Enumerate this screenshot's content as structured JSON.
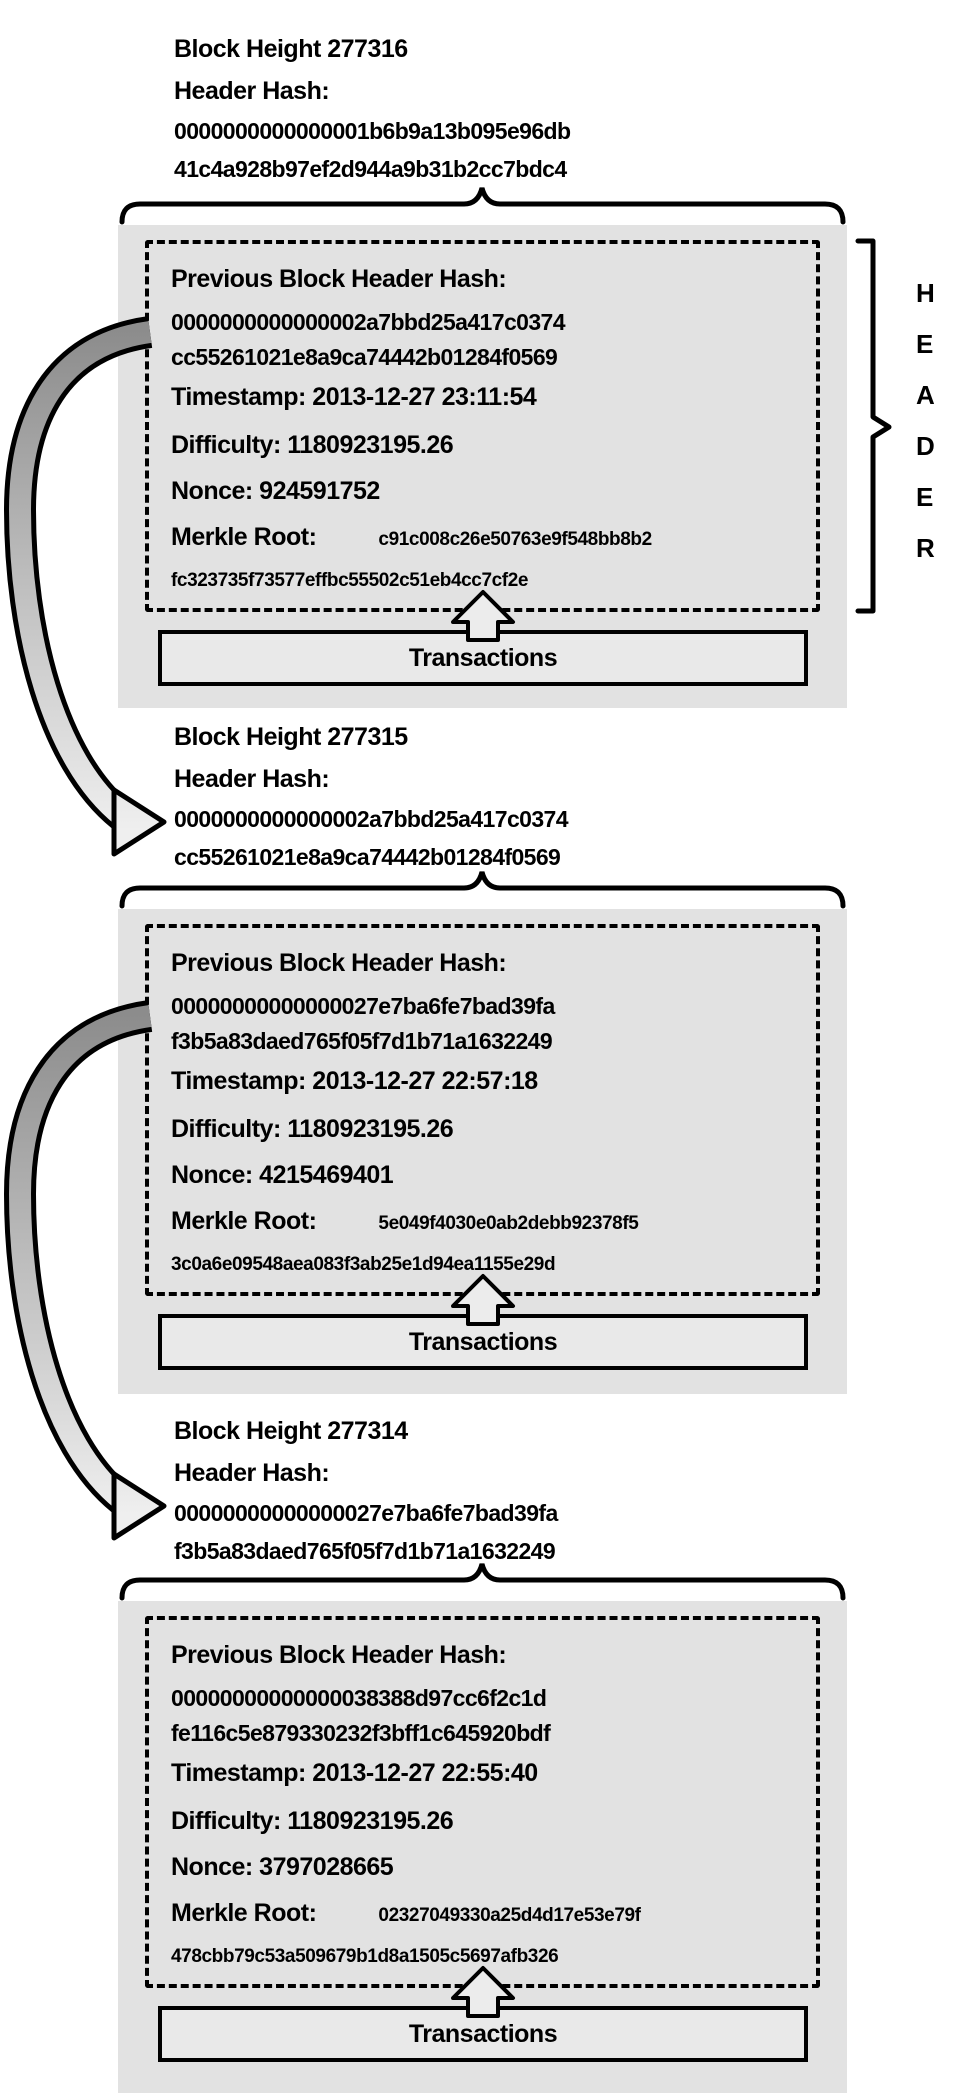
{
  "header_annotation": {
    "letters": [
      "H",
      "E",
      "A",
      "D",
      "E",
      "R"
    ]
  },
  "blocks": [
    {
      "caption": {
        "height": "Block Height 277316",
        "hash_label": "Header Hash:",
        "hash_line1": "0000000000000001b6b9a13b095e96db",
        "hash_line2": "41c4a928b97ef2d944a9b31b2cc7bdc4"
      },
      "header": {
        "prev_label": "Previous Block Header Hash:",
        "prev_line1": "0000000000000002a7bbd25a417c0374",
        "prev_line2": "cc55261021e8a9ca74442b01284f0569",
        "timestamp": "Timestamp: 2013-12-27 23:11:54",
        "difficulty": "Difficulty: 1180923195.26",
        "nonce": "Nonce: 924591752",
        "merkle_label": "Merkle Root:",
        "merkle_line1": "c91c008c26e50763e9f548bb8b2",
        "merkle_line2": "fc323735f73577effbc55502c51eb4cc7cf2e"
      },
      "transactions_label": "Transactions"
    },
    {
      "caption": {
        "height": "Block Height 277315",
        "hash_label": "Header Hash:",
        "hash_line1": "0000000000000002a7bbd25a417c0374",
        "hash_line2": "cc55261021e8a9ca74442b01284f0569"
      },
      "header": {
        "prev_label": "Previous Block Header Hash:",
        "prev_line1": "00000000000000027e7ba6fe7bad39fa",
        "prev_line2": "f3b5a83daed765f05f7d1b71a1632249",
        "timestamp": "Timestamp: 2013-12-27 22:57:18",
        "difficulty": "Difficulty: 1180923195.26",
        "nonce": "Nonce: 4215469401",
        "merkle_label": "Merkle Root:",
        "merkle_line1": "5e049f4030e0ab2debb92378f5",
        "merkle_line2": "3c0a6e09548aea083f3ab25e1d94ea1155e29d"
      },
      "transactions_label": "Transactions"
    },
    {
      "caption": {
        "height": "Block Height 277314",
        "hash_label": "Header Hash:",
        "hash_line1": "00000000000000027e7ba6fe7bad39fa",
        "hash_line2": "f3b5a83daed765f05f7d1b71a1632249"
      },
      "header": {
        "prev_label": "Previous Block Header Hash:",
        "prev_line1": "00000000000000038388d97cc6f2c1d",
        "prev_line2": "fe116c5e879330232f3bff1c645920bdf",
        "timestamp": "Timestamp: 2013-12-27 22:55:40",
        "difficulty": "Difficulty: 1180923195.26",
        "nonce": "Nonce: 3797028665",
        "merkle_label": "Merkle Root:",
        "merkle_line1": "02327049330a25d4d17e53e79f",
        "merkle_line2": "478cbb79c53a509679b1d8a1505c5697afb326"
      },
      "transactions_label": "Transactions"
    }
  ],
  "colors": {
    "block_bg": "#e2e2e2",
    "tx_box_bg": "#e9e9e9",
    "outline": "#000000",
    "arrow_gradient_start": "#8c8c8c",
    "arrow_gradient_end": "#efefef"
  },
  "decorations": {
    "chain_arrow_icon": "curved-arrow-linking-prev-hash-to-header-hash",
    "up_arrow_icon": "transactions-to-merkle-up-arrow",
    "brace_icon": "over-brace",
    "bracket_icon": "header-bracket"
  }
}
